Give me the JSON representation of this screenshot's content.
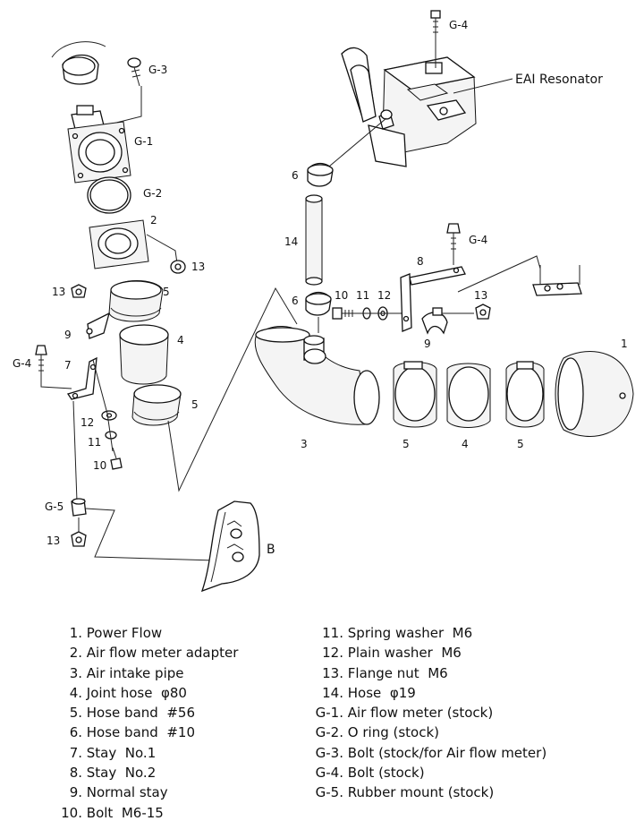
{
  "labels": {
    "g4_top": "G-4",
    "eai_resonator": "EAI Resonator",
    "g3": "G-3",
    "g1": "G-1",
    "g2": "G-2",
    "n2": "2",
    "n13_a": "13",
    "n13_b": "13",
    "n5_a": "5",
    "n9_a": "9",
    "n4_a": "4",
    "g4_left": "G-4",
    "n7": "7",
    "n5_b": "5",
    "n12_a": "12",
    "n11_a": "11",
    "n10_a": "10",
    "g5": "G-5",
    "n13_c": "13",
    "b": "B",
    "n6_a": "6",
    "n14": "14",
    "n6_b": "6",
    "n10_b": "10",
    "n11_b": "11",
    "n12_b": "12",
    "n8": "8",
    "g4_mid": "G-4",
    "n13_d": "13",
    "n9_b": "9",
    "n1": "1",
    "n3": "3",
    "n5_c": "5",
    "n4_b": "4",
    "n5_d": "5"
  },
  "legend_left": [
    {
      "num": "1.",
      "text": "Power Flow"
    },
    {
      "num": "2.",
      "text": "Air flow meter adapter"
    },
    {
      "num": "3.",
      "text": "Air intake pipe"
    },
    {
      "num": "4.",
      "text": "Joint hose  φ80"
    },
    {
      "num": "5.",
      "text": "Hose band  #56"
    },
    {
      "num": "6.",
      "text": "Hose band  #10"
    },
    {
      "num": "7.",
      "text": "Stay  No.1"
    },
    {
      "num": "8.",
      "text": "Stay  No.2"
    },
    {
      "num": "9.",
      "text": "Normal stay"
    },
    {
      "num": "10.",
      "text": "Bolt  M6-15"
    }
  ],
  "legend_right": [
    {
      "num": "11.",
      "text": "Spring washer  M6"
    },
    {
      "num": "12.",
      "text": "Plain washer  M6"
    },
    {
      "num": "13.",
      "text": "Flange nut  M6"
    },
    {
      "num": "14.",
      "text": "Hose  φ19"
    },
    {
      "num": "G-1.",
      "text": "Air flow meter (stock)"
    },
    {
      "num": "G-2.",
      "text": "O ring (stock)"
    },
    {
      "num": "G-3.",
      "text": "Bolt (stock/for Air flow meter)"
    },
    {
      "num": "G-4.",
      "text": "Bolt (stock)"
    },
    {
      "num": "G-5.",
      "text": "Rubber mount (stock)"
    }
  ]
}
